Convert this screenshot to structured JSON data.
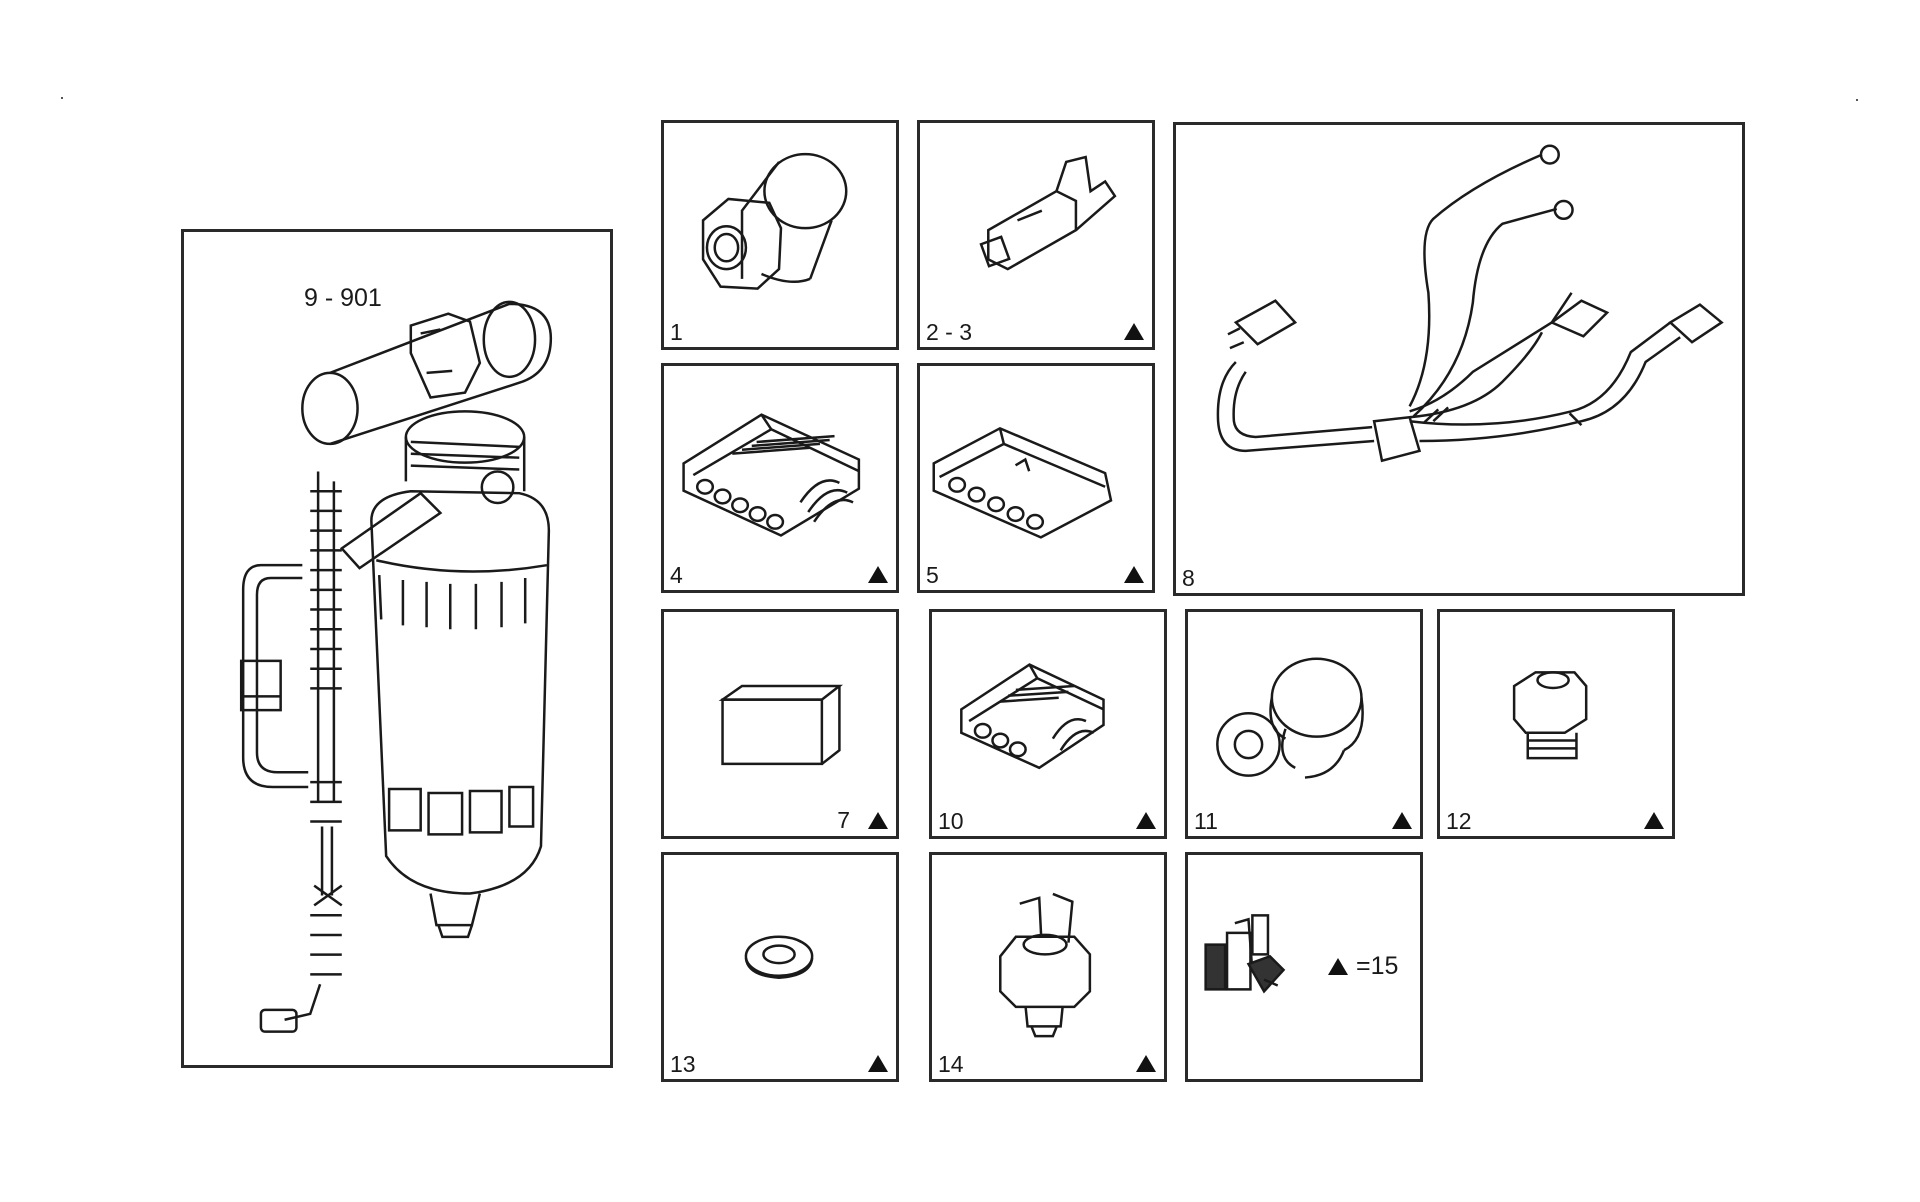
{
  "assembly": {
    "label": "9 - 901"
  },
  "marker": {
    "symbol": "▲",
    "color": "#111111"
  },
  "panels": [
    {
      "id": "p1",
      "label": "1",
      "marked": false,
      "icon": "nut-cap-icon"
    },
    {
      "id": "p2",
      "label": "2 - 3",
      "marked": true,
      "icon": "terminal-pin-icon"
    },
    {
      "id": "p4",
      "label": "4",
      "marked": true,
      "icon": "connector-6-way-icon"
    },
    {
      "id": "p5",
      "label": "5",
      "marked": true,
      "icon": "connector-housing-icon"
    },
    {
      "id": "p8",
      "label": "8",
      "marked": false,
      "icon": "wiring-harness-icon"
    },
    {
      "id": "p7",
      "label": "7",
      "marked": true,
      "icon": "block-icon"
    },
    {
      "id": "p10",
      "label": "10",
      "marked": true,
      "icon": "connector-3-way-icon"
    },
    {
      "id": "p11",
      "label": "11",
      "marked": true,
      "icon": "rubber-seal-icon"
    },
    {
      "id": "p12",
      "label": "12",
      "marked": true,
      "icon": "hex-fitting-icon"
    },
    {
      "id": "p13",
      "label": "13",
      "marked": true,
      "icon": "washer-icon"
    },
    {
      "id": "p14",
      "label": "14",
      "marked": true,
      "icon": "sensor-switch-icon"
    }
  ],
  "legend": {
    "text": "=15",
    "icon": "repair-kit-icon"
  }
}
